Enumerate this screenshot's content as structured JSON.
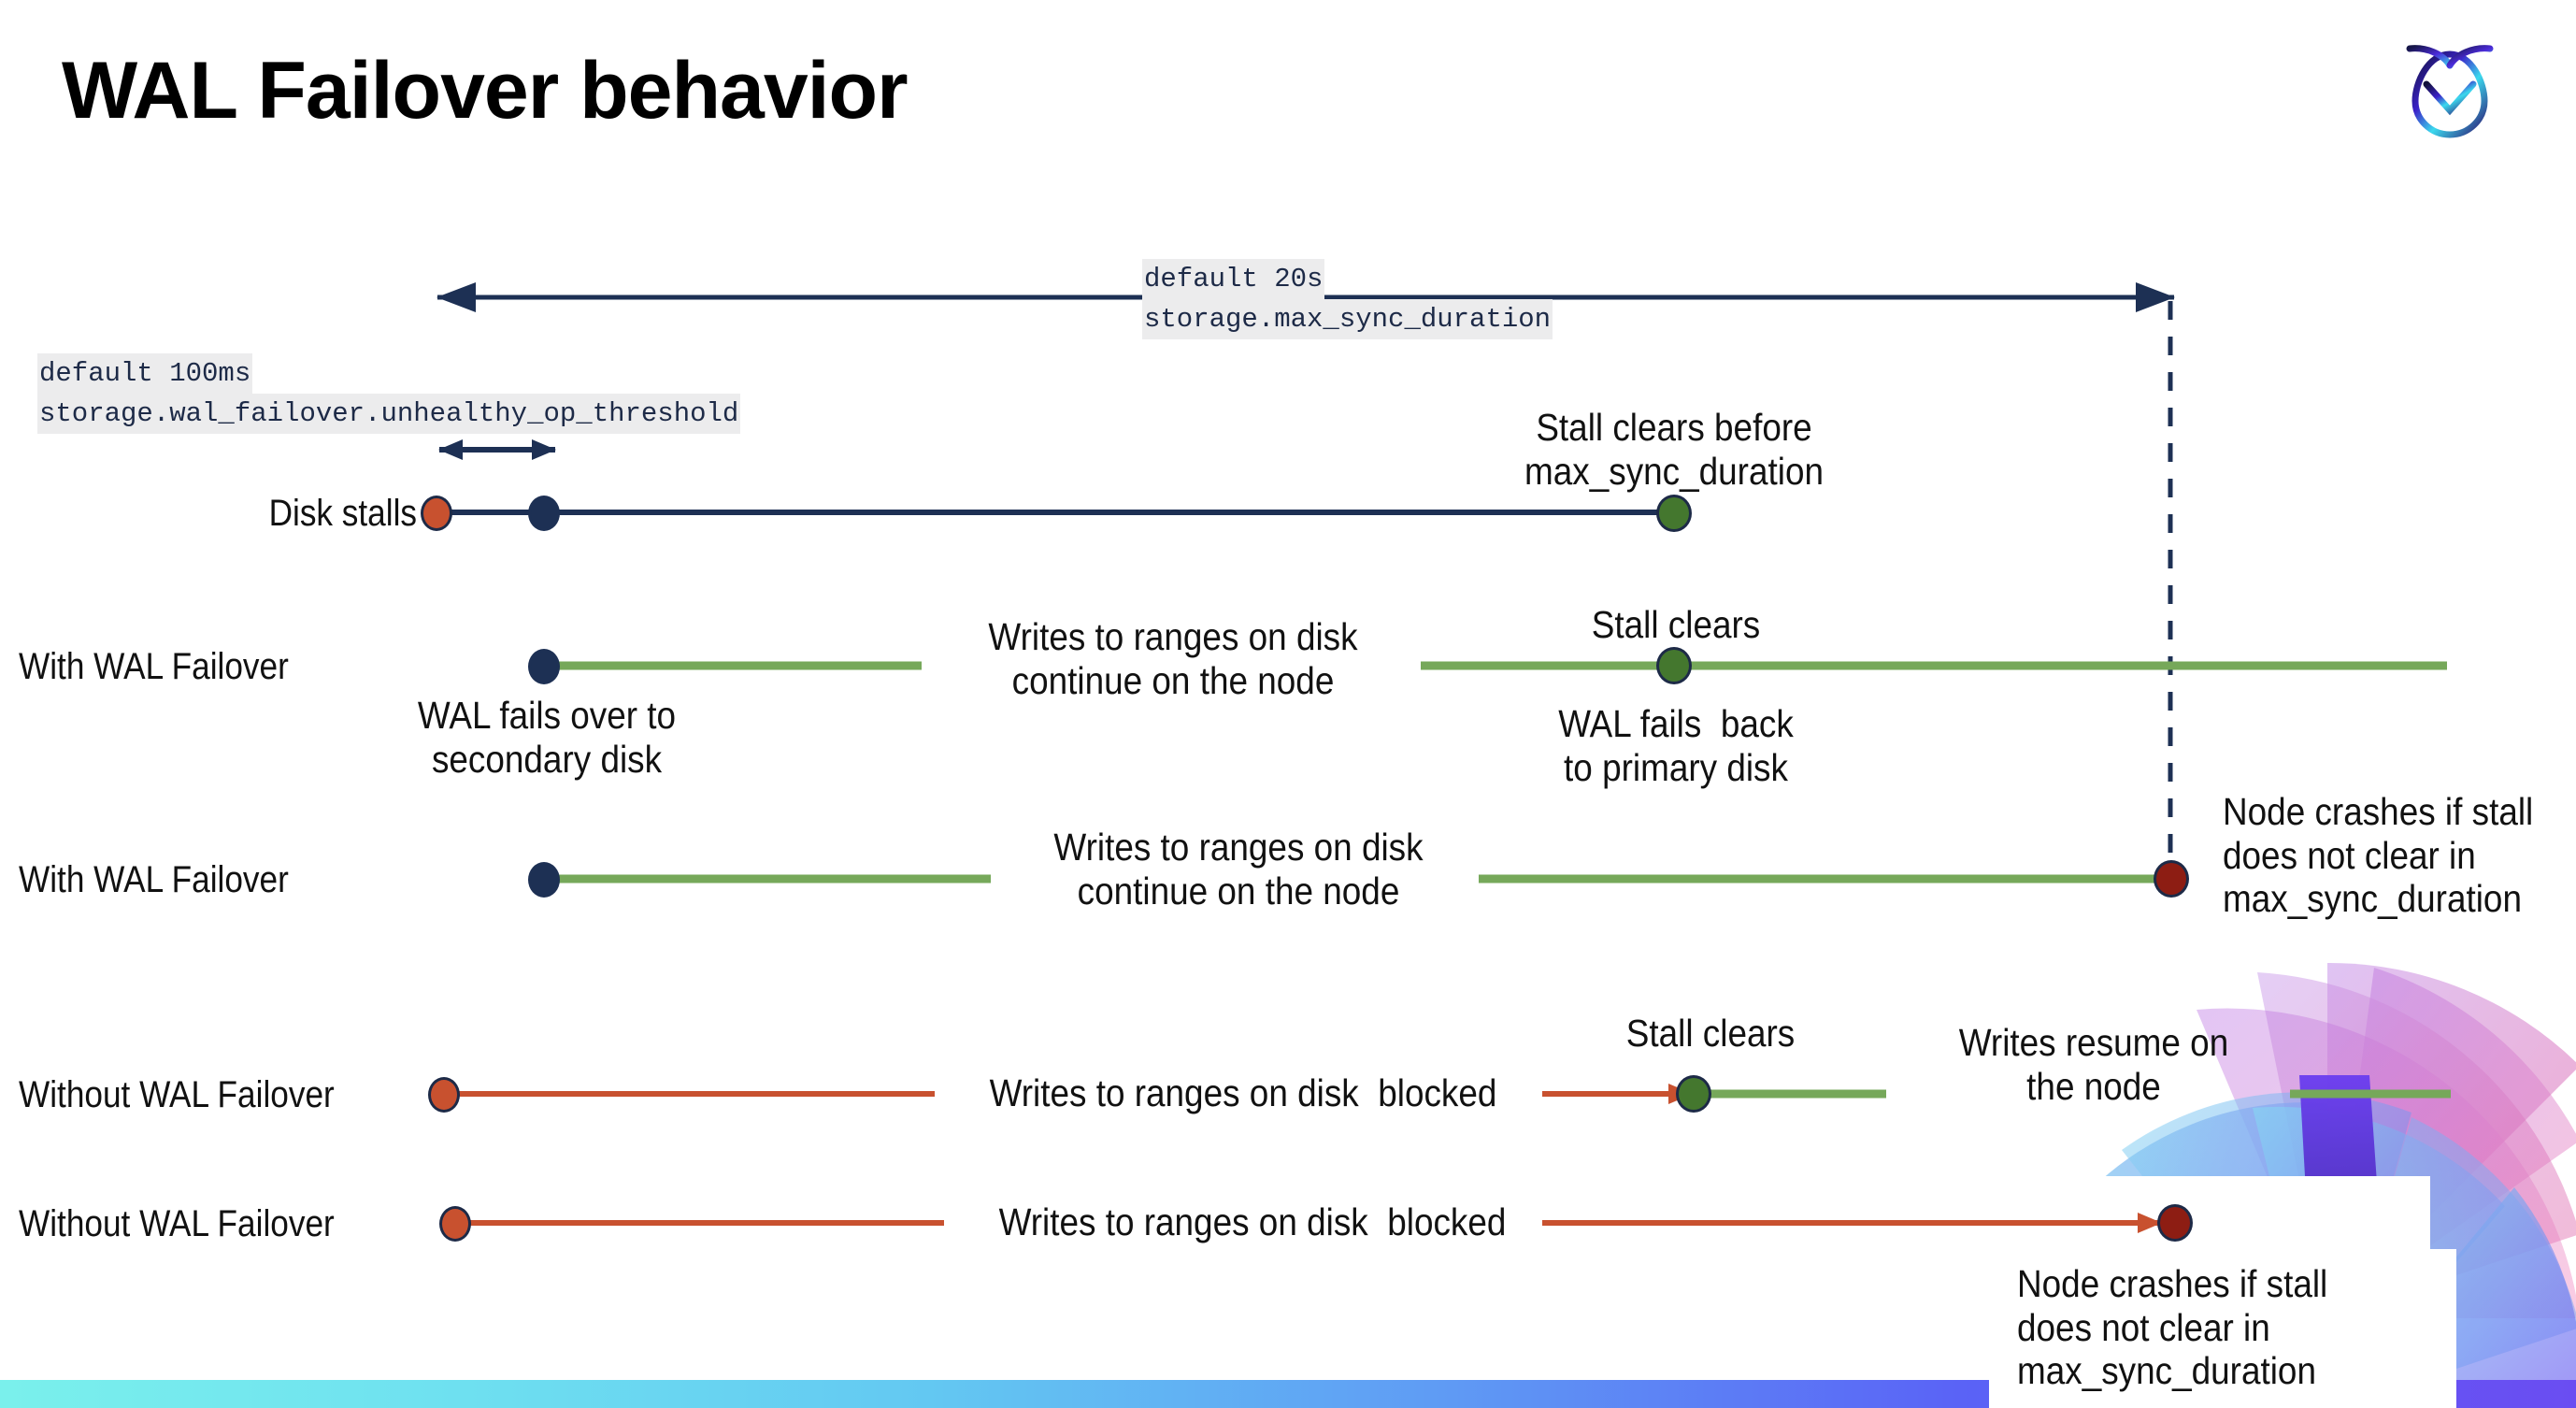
{
  "slide": {
    "title": "WAL Failover behavior",
    "logo": "cockroachdb-logo"
  },
  "params": {
    "max_sync_duration": {
      "default_label": "default 20s",
      "setting_label": "storage.max_sync_duration"
    },
    "unhealthy_op_threshold": {
      "default_label": "default 100ms",
      "setting_label": "storage.wal_failover.unhealthy_op_threshold"
    }
  },
  "rows": [
    {
      "id": "disk-stalls",
      "label": "Disk stalls",
      "annotations": [
        {
          "id": "stall-clears-before",
          "text": "Stall clears before\nmax_sync_duration"
        }
      ]
    },
    {
      "id": "with-wal-failover-clears",
      "label": "With WAL Failover",
      "annotations": [
        {
          "id": "writes-continue",
          "text": "Writes to ranges on disk\ncontinue on the node"
        },
        {
          "id": "wal-fails-over",
          "text": "WAL fails over to\nsecondary disk"
        },
        {
          "id": "stall-clears",
          "text": "Stall clears"
        },
        {
          "id": "wal-fails-back",
          "text": "WAL fails  back\nto primary disk"
        }
      ]
    },
    {
      "id": "with-wal-failover-crash",
      "label": "With WAL Failover",
      "annotations": [
        {
          "id": "writes-continue-2",
          "text": "Writes to ranges on disk\ncontinue on the node"
        },
        {
          "id": "node-crashes-1",
          "text": "Node crashes if stall\ndoes not clear in\nmax_sync_duration"
        }
      ]
    },
    {
      "id": "without-wal-failover-clears",
      "label": "Without WAL Failover",
      "annotations": [
        {
          "id": "writes-blocked",
          "text": "Writes to ranges on disk  blocked"
        },
        {
          "id": "stall-clears-2",
          "text": "Stall clears"
        },
        {
          "id": "writes-resume",
          "text": "Writes resume on\nthe node"
        }
      ]
    },
    {
      "id": "without-wal-failover-crash",
      "label": "Without WAL Failover",
      "annotations": [
        {
          "id": "writes-blocked-2",
          "text": "Writes to ranges on disk  blocked"
        },
        {
          "id": "node-crashes-2",
          "text": "Node crashes if stall\ndoes not clear in\nmax_sync_duration"
        }
      ]
    }
  ],
  "colors": {
    "navy": "#1d3054",
    "orange": "#c8512f",
    "green_line": "#76a85a",
    "green_dot": "#44772e",
    "dark_red": "#8d1d13",
    "code_bg": "#ececed",
    "bar_left": "#7af0ec",
    "bar_right": "#6a4df2"
  }
}
